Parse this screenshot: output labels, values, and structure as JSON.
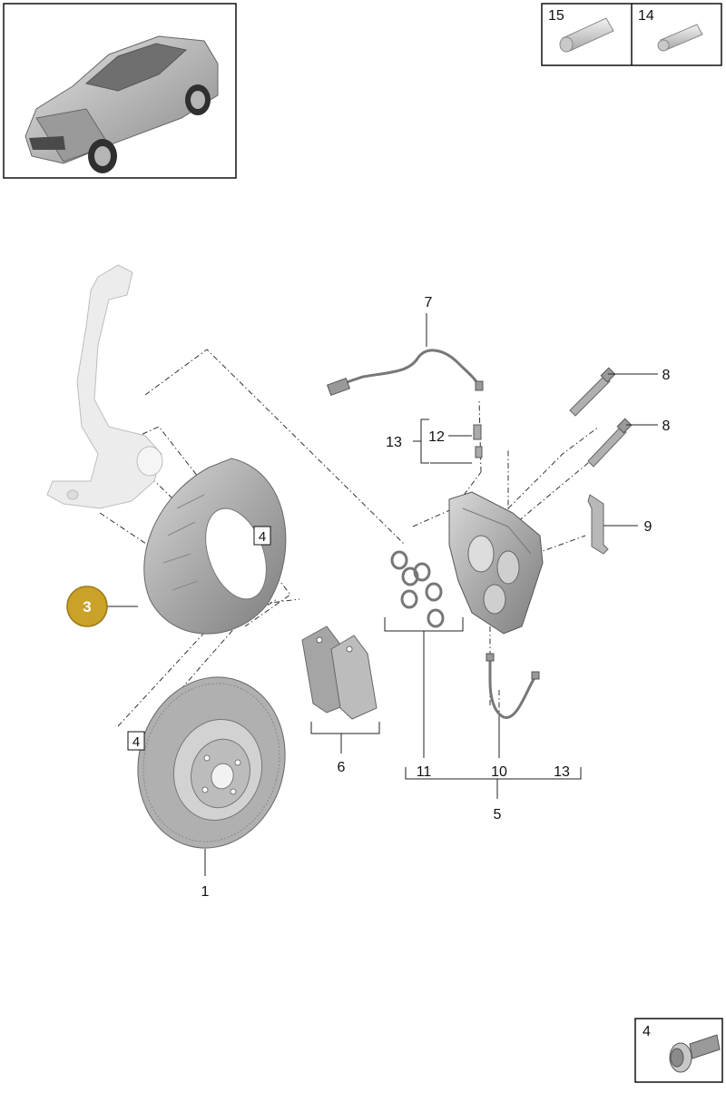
{
  "thumbnail": {
    "icon": "car-suv-thumbnail"
  },
  "consumables": [
    {
      "number": "15",
      "icon": "grease-tube-icon"
    },
    {
      "number": "14",
      "icon": "grease-tube-icon"
    }
  ],
  "callouts": {
    "c1": "1",
    "c3": "3",
    "c4a": "4",
    "c4b": "4",
    "c5": "5",
    "c6": "6",
    "c7": "7",
    "c8a": "8",
    "c8b": "8",
    "c9": "9",
    "c10": "10",
    "c11": "11",
    "c12": "12",
    "c13a": "13",
    "c13b": "13"
  },
  "highlight": {
    "number": "3",
    "color": "#c9a227"
  },
  "detail_box": {
    "number": "4",
    "icon": "flange-bolt-icon"
  },
  "colors": {
    "part_fill": "#bfbfbf",
    "part_dark": "#8f8f8f",
    "knuckle_fill": "#e6e6e6"
  }
}
